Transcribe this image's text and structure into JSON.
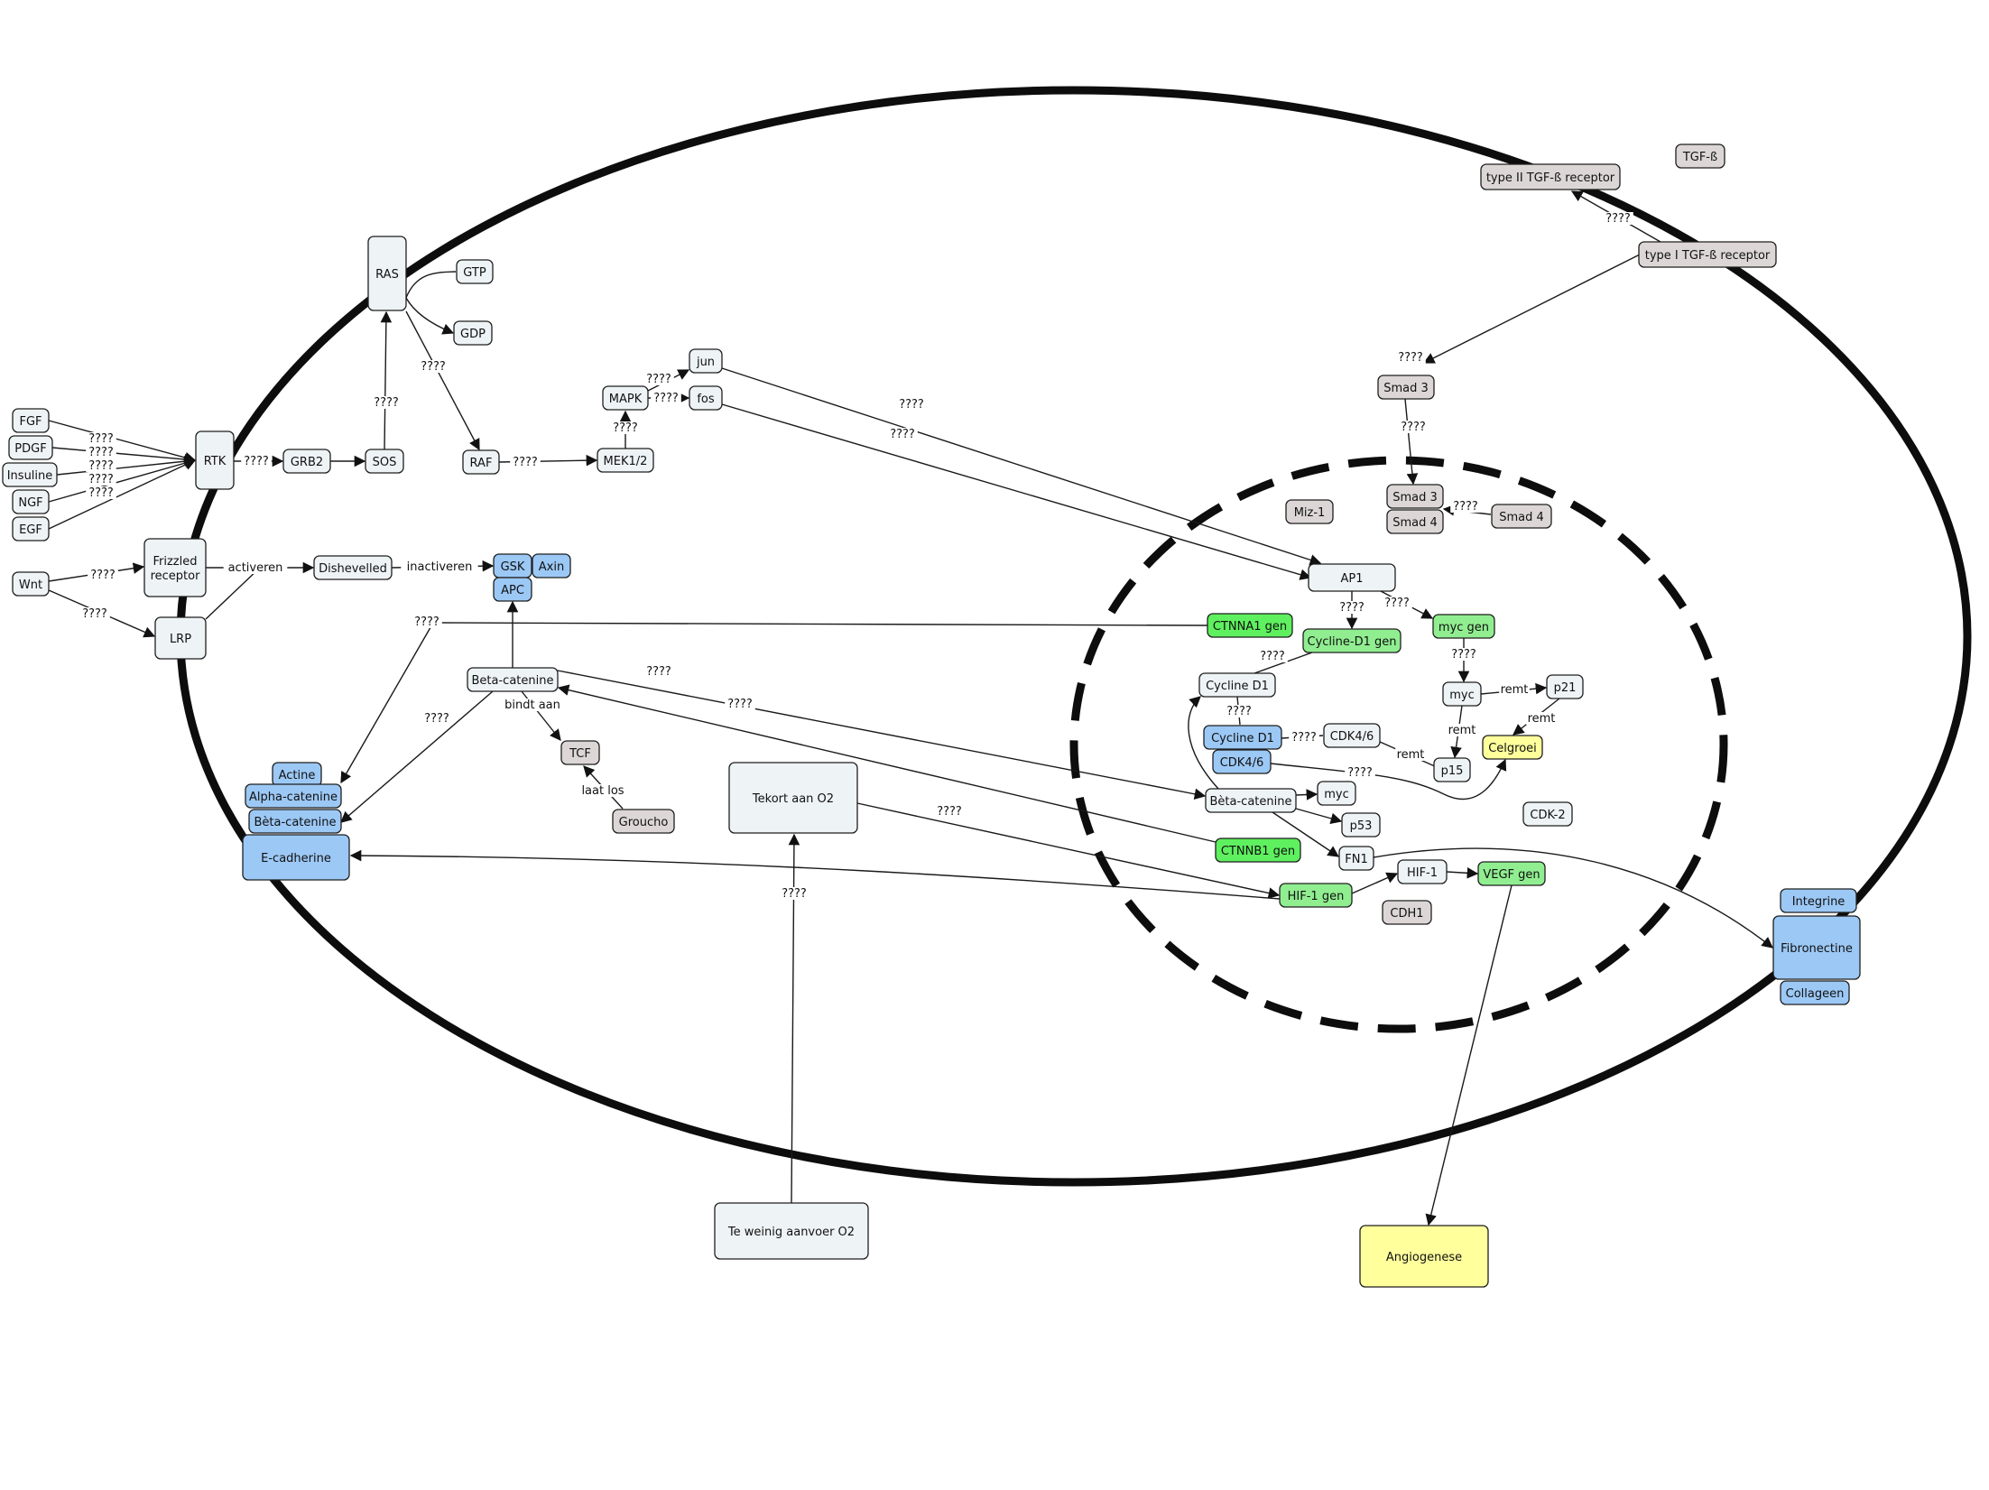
{
  "colors": {
    "white": "#eef3f5",
    "gray": "#dcd7d6",
    "blue": "#9cc8f5",
    "green_light": "#90ee90",
    "green_bright": "#5ef05e",
    "yellow": "#ffff9c"
  },
  "nodes": {
    "fgf": "FGF",
    "pdgf": "PDGF",
    "insuline": "Insuline",
    "ngf": "NGF",
    "egf": "EGF",
    "rtk": "RTK",
    "grb2": "GRB2",
    "sos": "SOS",
    "ras": "RAS",
    "gtp": "GTP",
    "gdp": "GDP",
    "raf": "RAF",
    "mek": "MEK1/2",
    "mapk": "MAPK",
    "jun": "jun",
    "fos": "fos",
    "wnt": "Wnt",
    "frizzled_1": "Frizzled",
    "frizzled_2": "receptor",
    "lrp": "LRP",
    "dishevelled": "Dishevelled",
    "gsk": "GSK",
    "axin": "Axin",
    "apc": "APC",
    "beta_catenine": "Beta-catenine",
    "tcf": "TCF",
    "groucho": "Groucho",
    "actine": "Actine",
    "alpha_catenine": "Alpha-catenine",
    "beta_catenine_blue": "Bèta-catenine",
    "e_cadherine": "E-cadherine",
    "tekort_o2": "Tekort aan O2",
    "te_weinig_o2": "Te weinig aanvoer O2",
    "tgf_beta": "TGF-ß",
    "type2_receptor": "type II TGF-ß receptor",
    "type1_receptor": "type I TGF-ß receptor",
    "smad3_outer": "Smad 3",
    "smad3_inner": "Smad 3",
    "smad4_inner": "Smad 4",
    "smad4_outer": "Smad 4",
    "miz1": "Miz-1",
    "ap1": "AP1",
    "ctnna1_gen": "CTNNA1 gen",
    "cycline_d1_gen": "Cycline-D1 gen",
    "myc_gen": "myc gen",
    "cycline_d1": "Cycline D1",
    "cycline_d1_blue": "Cycline D1",
    "cdk46_blue": "CDK4/6",
    "cdk46": "CDK4/6",
    "myc_inner": "myc",
    "p21": "p21",
    "p15": "p15",
    "celgroei": "Celgroei",
    "beta_catenine_nuc": "Bèta-catenine",
    "myc_nuc": "myc",
    "p53": "p53",
    "ctnnb1_gen": "CTNNB1 gen",
    "fn1": "FN1",
    "hif1_gen": "HIF-1 gen",
    "hif1": "HIF-1",
    "vegf_gen": "VEGF gen",
    "cdh1": "CDH1",
    "cdk2": "CDK-2",
    "integrine": "Integrine",
    "fibronectine": "Fibronectine",
    "collageen": "Collageen",
    "angiogenese": "Angiogenese"
  },
  "edge_labels": {
    "unknown": "????",
    "activeren": "activeren",
    "inactiveren": "inactiveren",
    "bindt_aan": "bindt aan",
    "laat_los": "laat los",
    "remt": "remt"
  }
}
